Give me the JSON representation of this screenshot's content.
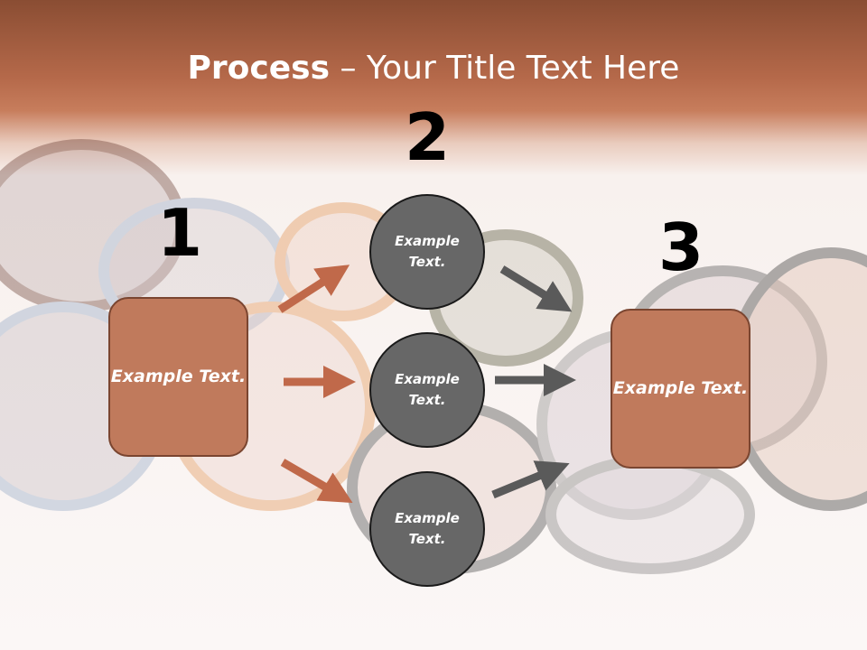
{
  "title": {
    "bold": "Process",
    "rest": " – Your Title Text Here"
  },
  "steps": {
    "one": "1",
    "two": "2",
    "three": "3"
  },
  "box_left": "Example Text.",
  "box_right": "Example Text.",
  "circles": [
    "Example Text.",
    "Example Text.",
    "Example Text."
  ],
  "colors": {
    "header": "#b5694a",
    "box": "#c07a5c",
    "circle": "#676767",
    "arrow_orange": "#c0694a",
    "arrow_gray": "#5a5a5a"
  }
}
